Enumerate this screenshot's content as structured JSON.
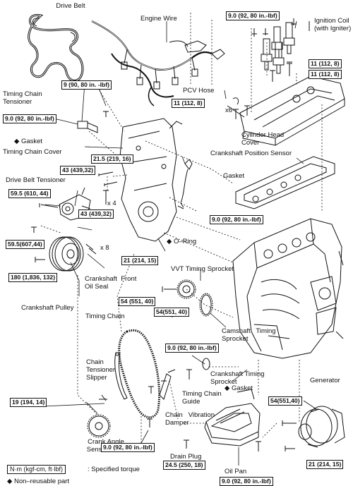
{
  "diagram": {
    "labels": {
      "drive_belt": "Drive Belt",
      "engine_wire": "Engine Wire",
      "ignition_coil": "Ignition Coil\n(with Igniter)",
      "pcv_hose": "PCV Hose",
      "timing_chain_tensioner": "Timing Chain\nTensioner",
      "gasket_tensioner": "Gasket",
      "timing_chain_cover": "Timing Chain Cover",
      "cylinder_head_cover": "Cylinder Head\nCover",
      "crankshaft_position_sensor": "Crankshaft Position Sensor",
      "drive_belt_tensioner": "Drive Belt Tensioner",
      "gasket_head": "Gasket",
      "o_ring": "O–Ring",
      "vvt_timing_sprocket": "VVT Timing Sprocket",
      "crankshaft_front_oil_seal": "Crankshaft  Front\nOil Seal",
      "crankshaft_pulley": "Crankshaft Pulley",
      "timing_chain": "Timing Chain",
      "camshaft_timing_sprocket": "Camshaft   Timing\nSprocket",
      "chain_tensioner_slipper": "Chain\nTensioner\nSlipper",
      "crankshaft_timing_sprocket": "Crankshaft Timing\nSprocket",
      "gasket_oilpan": "Gasket",
      "timing_chain_guide": "Timing Chain\nGuide",
      "generator": "Generator",
      "chain_vibration_damper": "Chain   Vibration\nDamper",
      "crank_angle_sensor_plate": "Crank Angle\nSensor Plate",
      "drain_plug": "Drain Plug",
      "oil_pan": "Oil Pan"
    },
    "torques": {
      "ign_coil": "9.0 (92, 80 in.-lbf)",
      "engine_wire": "9 (90, 80 in. -lbf)",
      "head_cover_1": "11 (112, 8)",
      "head_cover_2": "11 (112, 8)",
      "pcv": "11 (112, 8)",
      "tensioner": "9.0 (92, 80 in.-lbf)",
      "cover_215": "21.5 (219, 16)",
      "cover_43a": "43 (439,32)",
      "belt_tensioner": "59.5 (610, 44)",
      "cover_43b": "43 (439,32)",
      "crank_sensor": "9.0 (92, 80 in.-lbf)",
      "pulley_595": "59.5(607,44)",
      "cover_21": "21 (214, 15)",
      "pulley_180": "180 (1,836, 132)",
      "vvt_54a": "54 (551, 40)",
      "vvt_54b": "54(551, 40)",
      "chain_guide": "9.0 (92, 80 in.-lbf)",
      "slipper_19": "19 (194, 14)",
      "gen_54": "54(551,40)",
      "damper_9": "9.0 (92, 80 in.-lbf)",
      "drain_245": "24.5 (250, 18)",
      "gen_21": "21 (214, 15)",
      "oilpan_9": "9.0 (92, 80 in.-lbf)"
    },
    "multipliers": {
      "x6": "x6",
      "x4": "x 4",
      "x8": "x 8"
    },
    "legend": {
      "box": "N·m (kgf-cm, ft·lbf)",
      "box_desc": ": Specified torque",
      "nonreusable_symbol": "◆",
      "nonreusable": "Non–reusable part"
    },
    "markers": {
      "diamond": "◆"
    }
  }
}
